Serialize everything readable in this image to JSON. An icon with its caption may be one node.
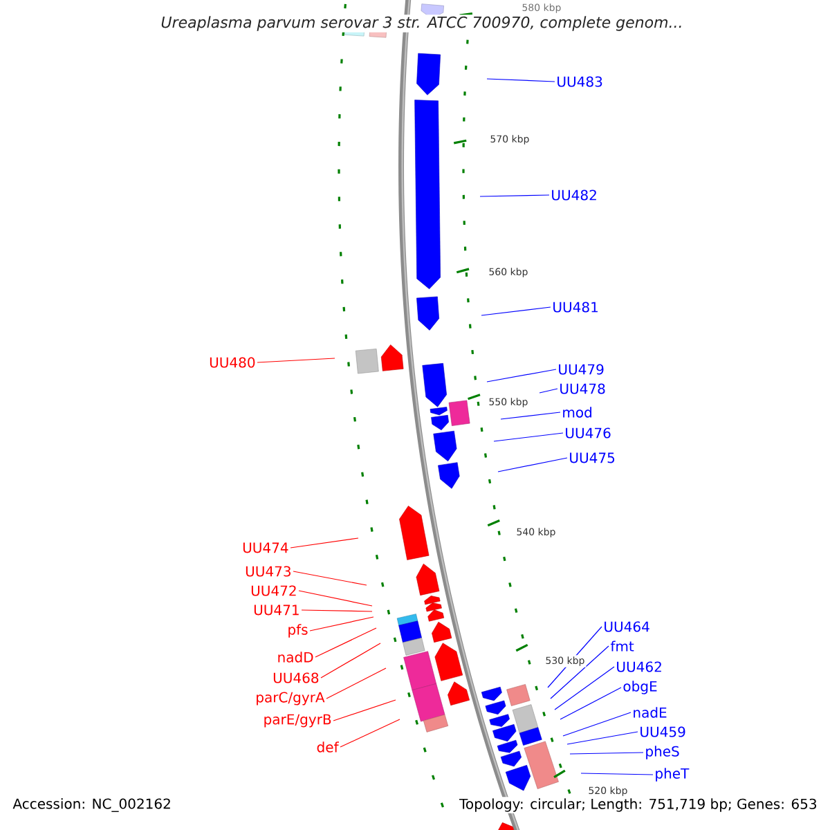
{
  "diagram": {
    "title": "*Ureaplasma parvum* *serovar 3 str. ATCC 700970, complete genom...*",
    "nodes": [
      {
        "text": [
          "UU483"
        ]
      },
      {
        "text": [
          "UU482"
        ]
      },
      {
        "text": [
          "UU481"
        ]
      },
      {
        "text": [
          "UU480"
        ]
      },
      {
        "text": [
          "UU479"
        ]
      },
      {
        "text": [
          "UU478"
        ]
      },
      {
        "text": [
          "mod"
        ]
      },
      {
        "text": [
          "UU476"
        ]
      },
      {
        "text": [
          "UU475"
        ]
      },
      {
        "text": [
          "UU474"
        ]
      },
      {
        "text": [
          "UU473"
        ]
      },
      {
        "text": [
          "UU472"
        ]
      },
      {
        "text": [
          "UU471"
        ]
      },
      {
        "text": [
          "UU464"
        ]
      },
      {
        "text": [
          "pfs"
        ]
      },
      {
        "text": [
          "fmt"
        ]
      },
      {
        "text": [
          "nadD"
        ]
      },
      {
        "text": [
          "UU462"
        ]
      },
      {
        "text": [
          "UU468"
        ]
      },
      {
        "text": [
          "obgE"
        ]
      },
      {
        "text": [
          "parC/gyrA"
        ]
      },
      {
        "text": [
          "nadE"
        ]
      },
      {
        "text": [
          "parE/gyrB"
        ]
      },
      {
        "text": [
          "UU459"
        ]
      },
      {
        "text": [
          "def"
        ]
      },
      {
        "text": [
          "pheS"
        ]
      },
      {
        "text": [
          "pheT"
        ]
      }
    ],
    "edges": [
      {
        "from": 0,
        "to": null,
        "arrow": "none"
      },
      {
        "from": 1,
        "to": null,
        "arrow": "none"
      },
      {
        "from": 2,
        "to": null,
        "arrow": "none"
      },
      {
        "from": 3,
        "to": null,
        "arrow": "none",
        "color": "#ff0000"
      },
      {
        "from": 4,
        "to": null,
        "arrow": "none"
      },
      {
        "from": 5,
        "to": null,
        "arrow": "none"
      },
      {
        "from": 6,
        "to": null,
        "arrow": "none"
      },
      {
        "from": 7,
        "to": null,
        "arrow": "none"
      },
      {
        "from": 8,
        "to": null,
        "arrow": "none"
      },
      {
        "from": 9,
        "to": null,
        "arrow": "none",
        "color": "#ff0000"
      },
      {
        "from": 10,
        "to": null,
        "arrow": "none",
        "color": "#ff0000"
      },
      {
        "from": 11,
        "to": null,
        "arrow": "none",
        "color": "#ff0000"
      },
      {
        "from": 12,
        "to": null,
        "arrow": "none",
        "color": "#ff0000"
      },
      {
        "from": 13,
        "to": null,
        "arrow": "none"
      },
      {
        "from": 14,
        "to": null,
        "arrow": "none",
        "color": "#ff0000"
      },
      {
        "from": 15,
        "to": null,
        "arrow": "none"
      },
      {
        "from": 16,
        "to": null,
        "arrow": "none",
        "color": "#ff0000"
      },
      {
        "from": 17,
        "to": null,
        "arrow": "none"
      },
      {
        "from": 18,
        "to": null,
        "arrow": "none",
        "color": "#ff0000"
      },
      {
        "from": 19,
        "to": null,
        "arrow": "none"
      },
      {
        "from": 20,
        "to": null,
        "arrow": "none",
        "color": "#ff0000"
      },
      {
        "from": 21,
        "to": null,
        "arrow": "none"
      },
      {
        "from": 22,
        "to": null,
        "arrow": "none",
        "color": "#ff0000"
      },
      {
        "from": 23,
        "to": null,
        "arrow": "none"
      },
      {
        "from": 24,
        "to": null,
        "arrow": "none",
        "color": "#ff0000"
      },
      {
        "from": 25,
        "to": null,
        "arrow": "none"
      },
      {
        "from": 26,
        "to": null,
        "arrow": "none"
      }
    ],
    "labels": [
      "580 kbp",
      "570 kbp",
      "560 kbp",
      "550 kbp",
      "540 kbp",
      "530 kbp",
      "520 kbp",
      "Accession: NC_002162",
      "Topology: circular; Length: 751,719 bp; Genes: 653"
    ]
  }
}
